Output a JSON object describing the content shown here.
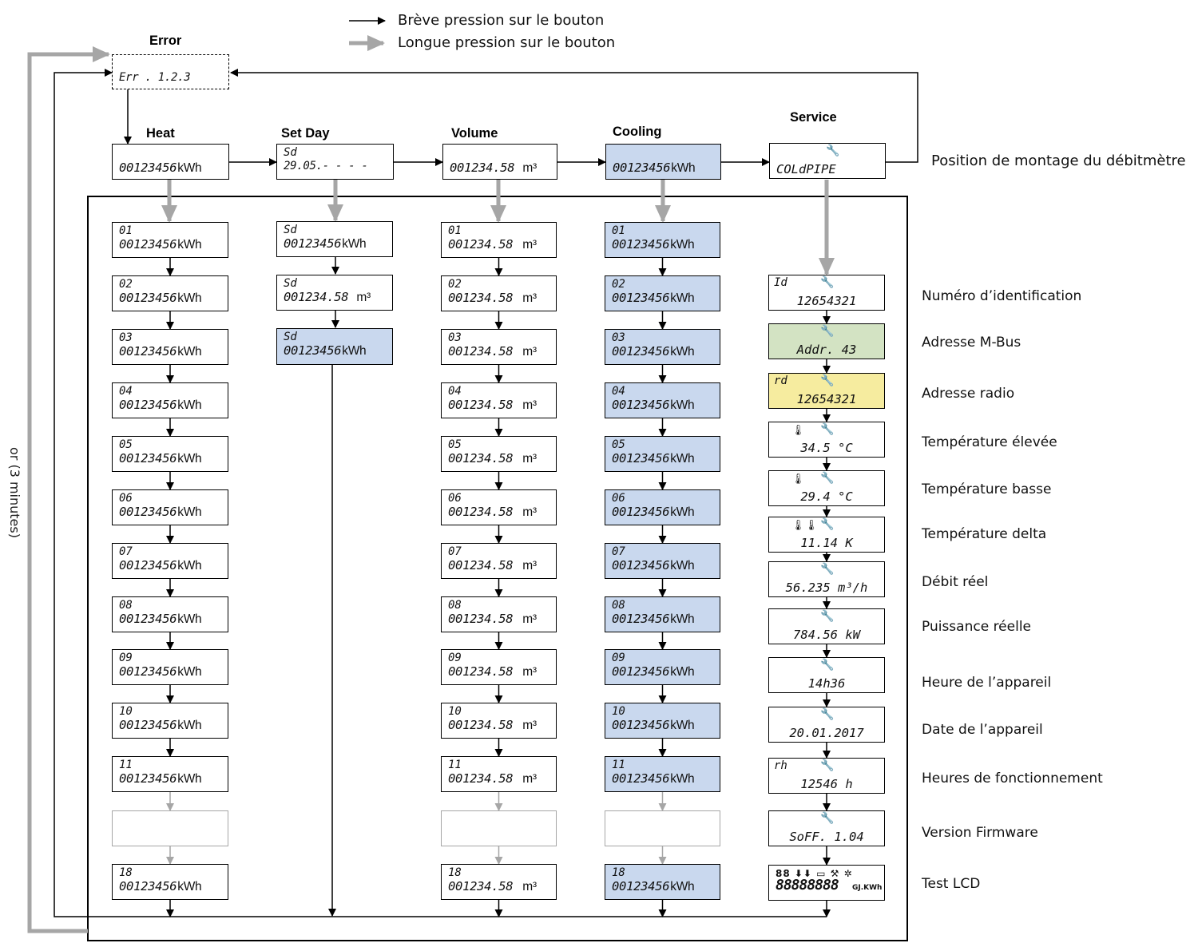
{
  "legend": {
    "short_press": "Brève pression sur le bouton",
    "long_press": "Longue pression sur le bouton"
  },
  "headers": {
    "error": "Error",
    "heat": "Heat",
    "set_day": "Set Day",
    "volume": "Volume",
    "cooling": "Cooling",
    "service": "Service"
  },
  "timeout_text": "or (3 minutes)",
  "error_display": "Err . 1.2.3",
  "top_row": {
    "heat": "00123456",
    "heat_unit": "kWh",
    "setday_line1": "Sd",
    "setday_line2": "29.05.- - - -",
    "volume": "001234.58",
    "volume_unit": "m³",
    "cooling": "00123456",
    "cooling_unit": "kWh",
    "service": "COLdPIPE"
  },
  "service_top_label": "Position de montage du débitmètre",
  "heat_column": {
    "value": "00123456",
    "unit": "kWh",
    "months": [
      "01",
      "02",
      "03",
      "04",
      "05",
      "06",
      "07",
      "08",
      "09",
      "10",
      "11",
      "18"
    ]
  },
  "volume_column": {
    "value": "001234.58",
    "unit": "m³",
    "months": [
      "01",
      "02",
      "03",
      "04",
      "05",
      "06",
      "07",
      "08",
      "09",
      "10",
      "11",
      "18"
    ]
  },
  "cooling_column": {
    "value": "00123456",
    "unit": "kWh",
    "months": [
      "01",
      "02",
      "03",
      "04",
      "05",
      "06",
      "07",
      "08",
      "09",
      "10",
      "11",
      "18"
    ]
  },
  "setday_column": [
    {
      "line1": "Sd",
      "line2": "00123456",
      "unit": "kWh"
    },
    {
      "line1": "Sd",
      "line2": "001234.58",
      "unit": "m³"
    },
    {
      "line1": "Sd",
      "line2": "00123456",
      "unit": "kWh"
    }
  ],
  "service_items": [
    {
      "prefix": "Id",
      "value": "12654321",
      "label": "Numéro d’identification"
    },
    {
      "prefix": "",
      "value": "Addr.  43",
      "label": "Adresse M-Bus"
    },
    {
      "prefix": "rd",
      "value": "12654321",
      "label": "Adresse radio"
    },
    {
      "prefix": "",
      "value": "34.5 °C",
      "label": "Température élevée"
    },
    {
      "prefix": "",
      "value": "29.4 °C",
      "label": "Température basse"
    },
    {
      "prefix": "",
      "value": "11.14  K",
      "label": "Température delta"
    },
    {
      "prefix": "",
      "value": "56.235  m³/h",
      "label": "Débit réel"
    },
    {
      "prefix": "",
      "value": "784.56  kW",
      "label": "Puissance réelle"
    },
    {
      "prefix": "",
      "value": "14h36",
      "label": "Heure de l’appareil"
    },
    {
      "prefix": "",
      "value": "20.01.2017",
      "label": "Date de l’appareil"
    },
    {
      "prefix": "rh",
      "value": "12546  h",
      "label": "Heures de fonctionnement"
    },
    {
      "prefix": "",
      "value": "SoFF.  1.04",
      "label": "Version Firmware"
    },
    {
      "prefix": "",
      "value": "",
      "label": "Test LCD"
    }
  ],
  "lcd_test": {
    "top": "88 ⬇⬇ ▭ ⚒ ✲",
    "bottom": "88888888",
    "unit": "GJ.KWh"
  },
  "colors": {
    "cooling_fill": "#c9d8ee",
    "mbus_fill": "#d3e3c3",
    "radio_fill": "#f6ec9f",
    "long_press_arrow": "#a6a6a6",
    "short_press_arrow": "#000000"
  },
  "icons": {
    "wrench": "wrench-icon",
    "thermometer": "thermometer-icon"
  }
}
